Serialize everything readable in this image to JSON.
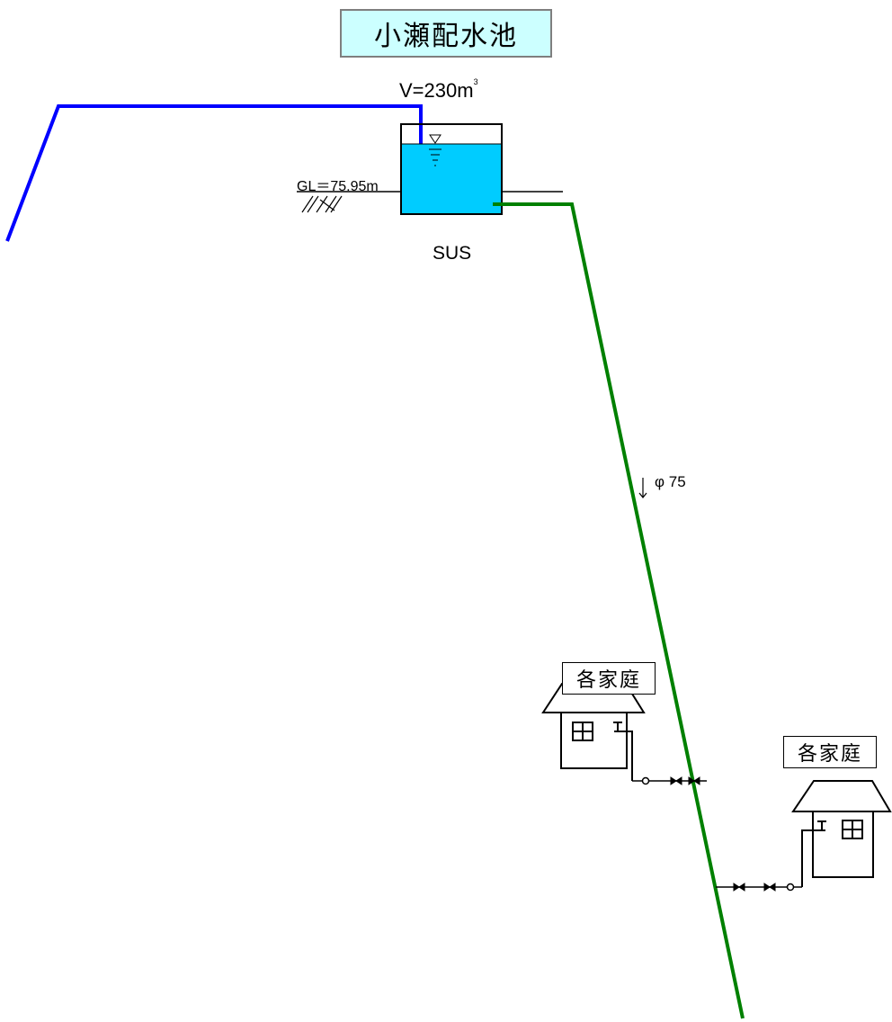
{
  "title": "小瀬配水池",
  "tank": {
    "volume_label": "V=230m",
    "volume_unit_sup": "3",
    "ground_level": "GL＝75.95m",
    "material": "SUS"
  },
  "distribution_pipe": {
    "label": "φ 75"
  },
  "households": [
    {
      "label": "各家庭"
    },
    {
      "label": "各家庭"
    }
  ],
  "colors": {
    "inlet_pipe": "#0000ff",
    "distribution_pipe": "#008000",
    "water": "#00ccff",
    "title_background": "#ccffff"
  }
}
